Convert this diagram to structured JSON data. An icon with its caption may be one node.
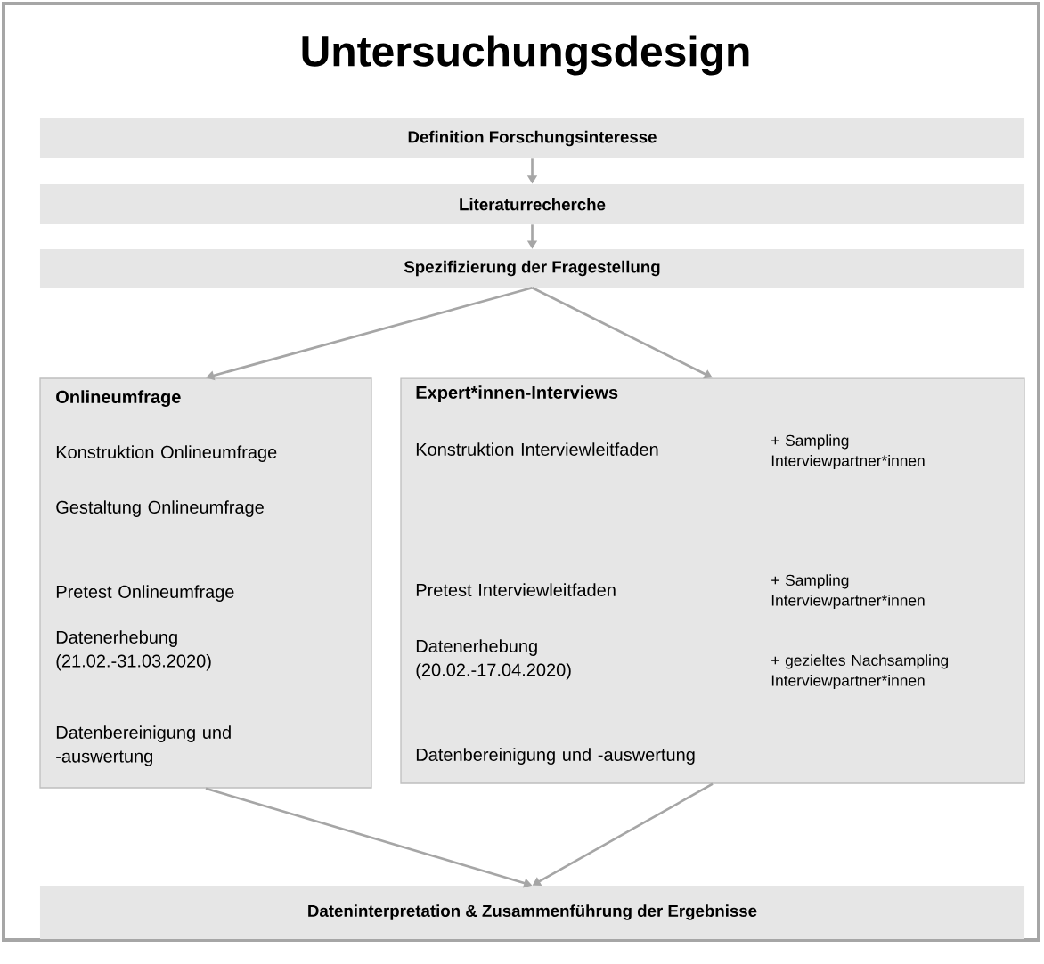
{
  "diagram": {
    "title": "Untersuchungsdesign",
    "nodes": [
      {
        "text": [
          "Definition Forschungsinteresse"
        ]
      },
      {
        "text": [
          "Literaturrecherche"
        ]
      },
      {
        "text": [
          "Spezifizierung der Fragestellung"
        ]
      },
      {
        "text": [
          "Onlineumfrage",
          "Konstruktion Onlineumfrage",
          "Gestaltung Onlineumfrage",
          "Pretest Onlineumfrage",
          "Datenerhebung (21.02.-31.03.2020)",
          "Datenbereinigung und -auswertung"
        ]
      },
      {
        "text": [
          "Expert*innen-Interviews",
          "Konstruktion Interviewleitfaden",
          "+ Sampling Interviewpartner*innen",
          "Pretest Interviewleitfaden",
          "+ Sampling Interviewpartner*innen",
          "Datenerhebung (20.02.-17.04.2020)",
          "+ gezieltes Nachsampling Interviewpartner*innen",
          "Datenbereinigung und -auswertung"
        ]
      },
      {
        "text": [
          "Dateninterpretation & Zusammenführung der Ergebnisse"
        ]
      }
    ],
    "edges": [
      {
        "from": 0,
        "to": 1,
        "arrow": "to"
      },
      {
        "from": 1,
        "to": 2,
        "arrow": "to"
      },
      {
        "from": 2,
        "to": 3,
        "arrow": "to"
      },
      {
        "from": 2,
        "to": 4,
        "arrow": "to"
      },
      {
        "from": 3,
        "to": 5,
        "arrow": "to"
      },
      {
        "from": 4,
        "to": 5,
        "arrow": "to"
      }
    ]
  }
}
